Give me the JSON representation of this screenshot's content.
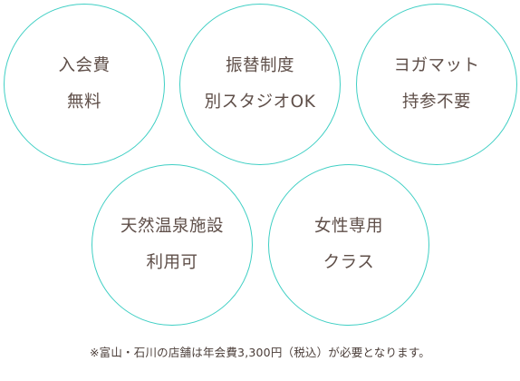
{
  "features": [
    {
      "line1": "入会費",
      "line2": "無料"
    },
    {
      "line1": "振替制度",
      "line2": "別スタジオOK"
    },
    {
      "line1": "ヨガマット",
      "line2": "持参不要"
    },
    {
      "line1": "天然温泉施設",
      "line2": "利用可"
    },
    {
      "line1": "女性専用",
      "line2": "クラス"
    }
  ],
  "footnote": "※富山・石川の店舗は年会費3,300円（税込）が必要となります。",
  "colors": {
    "circle_border": "#3fcfc4",
    "text": "#5f4f49",
    "background": "#ffffff"
  }
}
